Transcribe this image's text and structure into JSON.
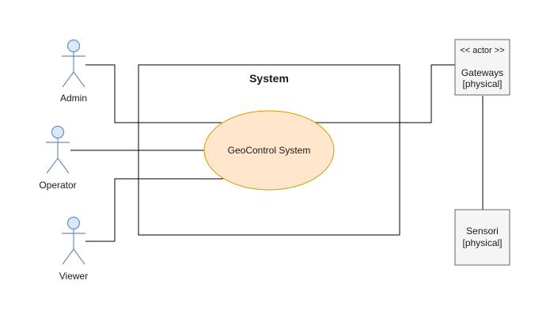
{
  "system": {
    "title": "System"
  },
  "use_case": {
    "label": "GeoControl System",
    "fill": "#ffe6cc",
    "stroke": "#d79b00"
  },
  "actors": {
    "admin": {
      "label": "Admin"
    },
    "operator": {
      "label": "Operator"
    },
    "viewer": {
      "label": "Viewer"
    }
  },
  "actor_style": {
    "fill": "#dae8fc",
    "stroke": "#6c8ebf"
  },
  "gateways": {
    "stereotype": "<< actor >>",
    "name": "Gateways",
    "kind": "[physical]"
  },
  "sensori": {
    "name": "Sensori",
    "kind": "[physical]"
  },
  "node_style": {
    "fill": "#f5f5f5",
    "stroke": "#666666"
  }
}
